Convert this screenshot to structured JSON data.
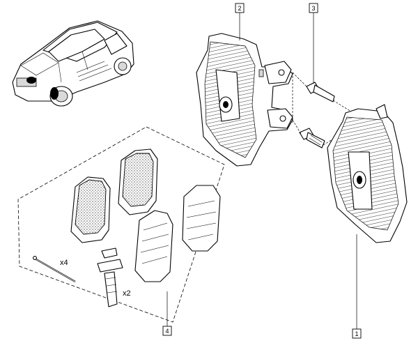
{
  "callouts": {
    "caliper_assembly": "1",
    "caliper_body": "2",
    "guide_bolt": "3",
    "pad_kit": "4"
  },
  "quantities": {
    "pins": "x4",
    "springs": "x2"
  },
  "colors": {
    "line": "#000000",
    "shade": "#d9d9d9",
    "background": "#ffffff"
  }
}
